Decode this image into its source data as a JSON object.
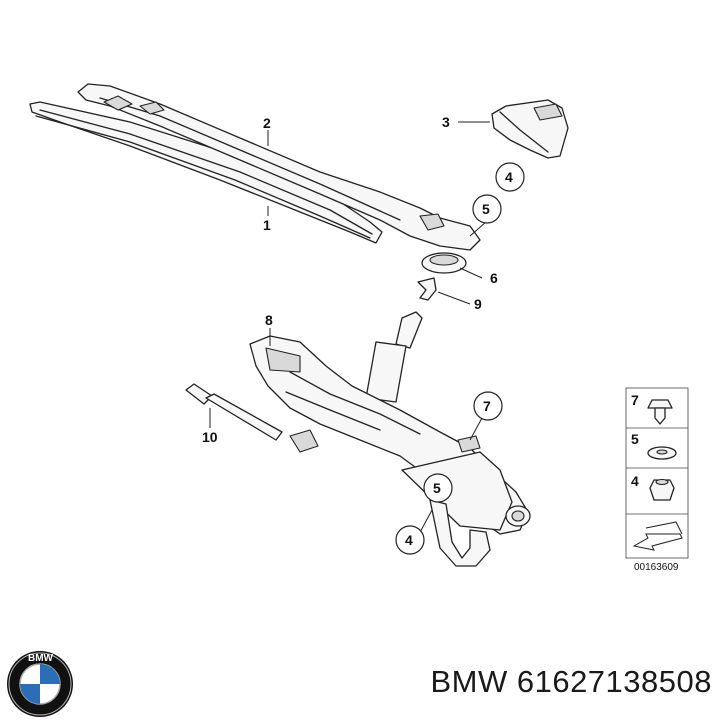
{
  "diagram": {
    "callouts": {
      "c1": "1",
      "c2": "2",
      "c3": "3",
      "c4a": "4",
      "c5a": "5",
      "c6": "6",
      "c7": "7",
      "c8": "8",
      "c9": "9",
      "c10": "10",
      "c5b": "5",
      "c4b": "4"
    },
    "legend": {
      "items": [
        {
          "number": "7",
          "icon": "bolt-icon"
        },
        {
          "number": "5",
          "icon": "washer-icon"
        },
        {
          "number": "4",
          "icon": "nut-icon"
        }
      ],
      "drawing_code": "00163609"
    }
  },
  "footer": {
    "brand_logo_text": "BMW",
    "part_label": "BMW 61627138508"
  },
  "colors": {
    "line": "#222222",
    "shade": "#d9d9d9",
    "background": "#ffffff"
  }
}
